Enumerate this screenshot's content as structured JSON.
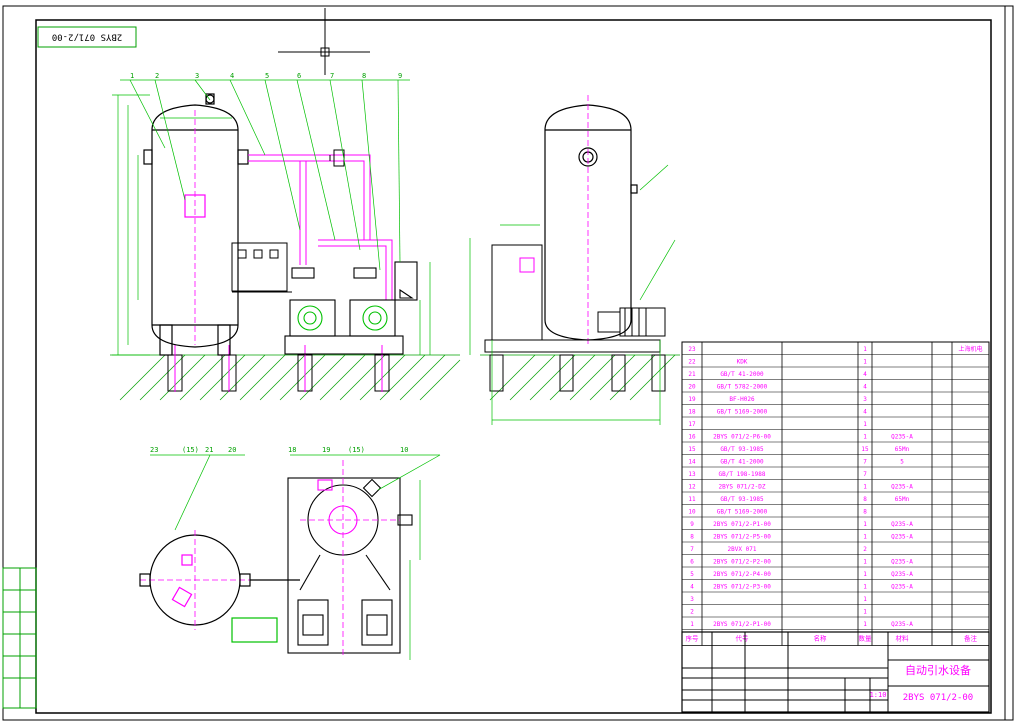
{
  "drawing_number_corner": "2BYS 071/2-00",
  "title_block": {
    "name": "自动引水设备",
    "drawing_number": "2BYS 071/2-00",
    "scale": "1:10"
  },
  "parts_list": {
    "header_item_no": "23",
    "columns": [
      "序号",
      "代号",
      "名称",
      "数量",
      "材料",
      "备注"
    ],
    "rows": [
      {
        "no": "23",
        "code": "",
        "qty": "1",
        "material": "",
        "note": "上海机电"
      },
      {
        "no": "22",
        "code": "KDK",
        "qty": "1",
        "material": "",
        "note": ""
      },
      {
        "no": "21",
        "code": "GB/T 41-2000",
        "qty": "4",
        "material": "",
        "note": ""
      },
      {
        "no": "20",
        "code": "GB/T 5782-2000",
        "qty": "4",
        "material": "",
        "note": ""
      },
      {
        "no": "19",
        "code": "BF-H026",
        "qty": "3",
        "material": "",
        "note": ""
      },
      {
        "no": "18",
        "code": "GB/T 5169-2000",
        "qty": "4",
        "material": "",
        "note": ""
      },
      {
        "no": "17",
        "code": "",
        "qty": "1",
        "material": "",
        "note": ""
      },
      {
        "no": "16",
        "code": "2BYS 071/2-P6-00",
        "qty": "1",
        "material": "Q235-A",
        "note": ""
      },
      {
        "no": "15",
        "code": "GB/T 93-1985",
        "qty": "15",
        "material": "65Mn",
        "note": ""
      },
      {
        "no": "14",
        "code": "GB/T 41-2000",
        "qty": "7",
        "material": "5",
        "note": ""
      },
      {
        "no": "13",
        "code": "GB/T 198-1988",
        "qty": "7",
        "material": "",
        "note": ""
      },
      {
        "no": "12",
        "code": "2BYS 071/2-DZ",
        "qty": "1",
        "material": "Q235-A",
        "note": ""
      },
      {
        "no": "11",
        "code": "GB/T 93-1985",
        "qty": "8",
        "material": "65Mn",
        "note": ""
      },
      {
        "no": "10",
        "code": "GB/T 5169-2000",
        "qty": "8",
        "material": "",
        "note": ""
      },
      {
        "no": "9",
        "code": "2BYS 071/2-P1-00",
        "qty": "1",
        "material": "Q235-A",
        "note": ""
      },
      {
        "no": "8",
        "code": "2BYS 071/2-P5-00",
        "qty": "1",
        "material": "Q235-A",
        "note": ""
      },
      {
        "no": "7",
        "code": "2BVX 071",
        "qty": "2",
        "material": "",
        "note": ""
      },
      {
        "no": "6",
        "code": "2BYS 071/2-P2-00",
        "qty": "1",
        "material": "Q235-A",
        "note": ""
      },
      {
        "no": "5",
        "code": "2BYS 071/2-P4-00",
        "qty": "1",
        "material": "Q235-A",
        "note": ""
      },
      {
        "no": "4",
        "code": "2BYS 071/2-P3-00",
        "qty": "1",
        "material": "Q235-A",
        "note": ""
      },
      {
        "no": "3",
        "code": "",
        "qty": "1",
        "material": "",
        "note": ""
      },
      {
        "no": "2",
        "code": "",
        "qty": "1",
        "material": "",
        "note": ""
      },
      {
        "no": "1",
        "code": "2BYS 071/2-P1-00",
        "qty": "1",
        "material": "Q235-A",
        "note": ""
      }
    ]
  },
  "balloon_labels_front": [
    "1",
    "2",
    "3",
    "4",
    "5",
    "6",
    "7",
    "8",
    "9"
  ],
  "balloon_labels_plan": [
    "23",
    "(15)",
    "21",
    "20",
    "18",
    "19",
    "(15)",
    "10"
  ],
  "colors": {
    "geometry": "#000000",
    "dimension": "#00c000",
    "centerline": "#ff00ff",
    "hatch": "#00a000",
    "accent": "#0000ff"
  }
}
